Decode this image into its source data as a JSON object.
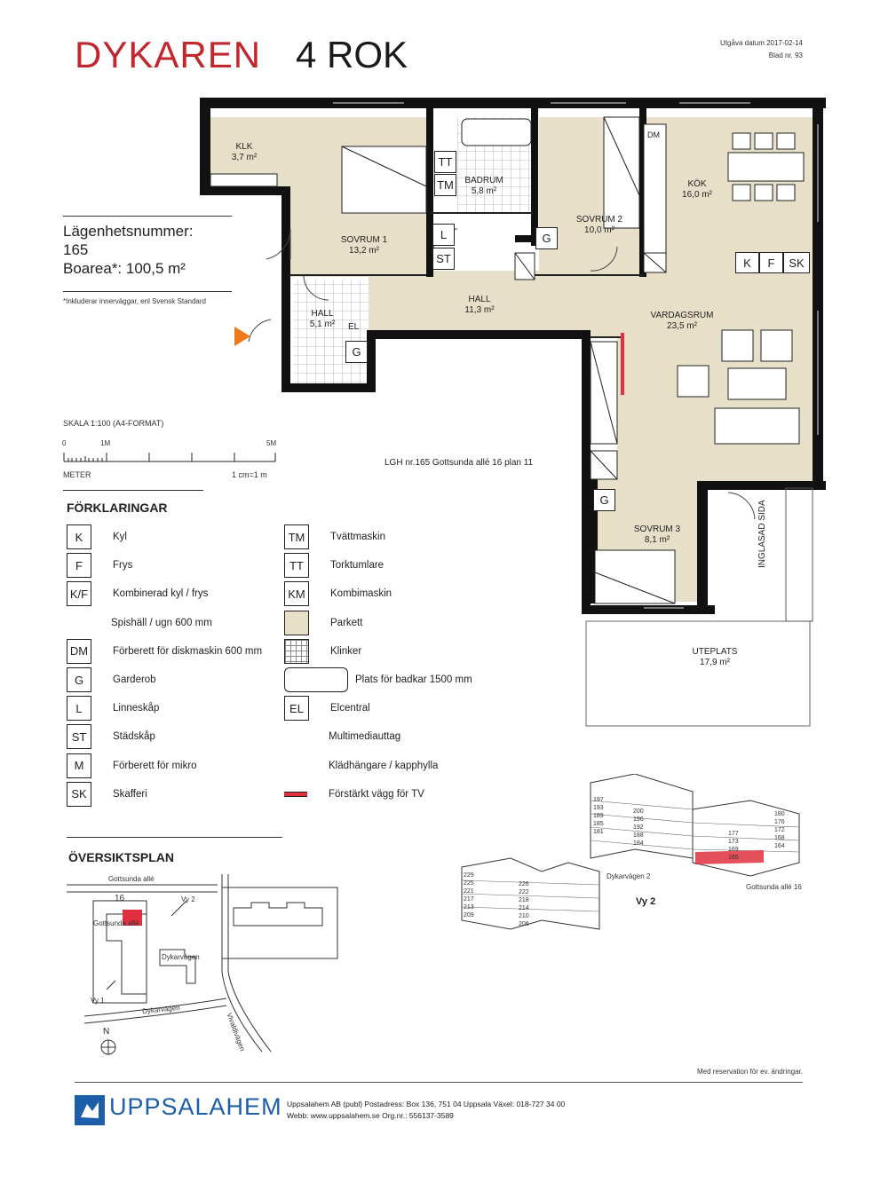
{
  "header": {
    "title": "DYKAREN",
    "subtitle": "4 ROK",
    "issue_date": "Utgåva datum 2017-02-14",
    "sheet": "Blad nr. 93"
  },
  "apartment": {
    "number_label": "Lägenhetsnummer:",
    "number": "165",
    "area": "Boarea*: 100,5 m²",
    "footnote": "*Inkluderar innerväggar, enl Svensk Standard"
  },
  "scale": {
    "title": "SKALA 1:100 (A4-FORMAT)",
    "t0": "0",
    "t1": "1M",
    "t5": "5M",
    "unit": "METER",
    "ratio": "1 cm=1 m"
  },
  "plan": {
    "rooms": {
      "klk_name": "KLK",
      "klk_area": "3,7 m²",
      "sov1_name": "SOVRUM 1",
      "sov1_area": "13,2 m²",
      "badrum_name": "BADRUM",
      "badrum_area": "5,8 m²",
      "sov2_name": "SOVRUM 2",
      "sov2_area": "10,0 m²",
      "kok_name": "KÖK",
      "kok_area": "16,0 m²",
      "hall1_name": "HALL",
      "hall1_area": "11,3 m²",
      "hall2_name": "HALL",
      "hall2_area": "5,1 m²",
      "vard_name": "VARDAGSRUM",
      "vard_area": "23,5 m²",
      "sov3_name": "SOVRUM 3",
      "sov3_area": "8,1 m²",
      "ute_name": "UTEPLATS",
      "ute_area": "17,9 m²"
    },
    "fixtures": {
      "tt": "TT",
      "tm": "TM",
      "l": "L",
      "st": "ST",
      "g": "G",
      "el": "EL",
      "dm": "DM",
      "k": "K",
      "f": "F",
      "sk": "SK"
    },
    "glazed_side": "INGLASAD SIDA",
    "caption": "LGH nr.165 Gottsunda allé 16   plan 11"
  },
  "legend": {
    "title": "FÖRKLARINGAR",
    "left": [
      {
        "code": "K",
        "label": "Kyl"
      },
      {
        "code": "F",
        "label": "Frys"
      },
      {
        "code": "K/F",
        "label": "Kombinerad kyl / frys"
      },
      {
        "code": "",
        "label": "Spishäll / ugn 600 mm"
      },
      {
        "code": "DM",
        "label": "Förberett för diskmaskin 600 mm"
      },
      {
        "code": "G",
        "label": "Garderob"
      },
      {
        "code": "L",
        "label": "Linneskåp"
      },
      {
        "code": "ST",
        "label": "Städskåp"
      },
      {
        "code": "M",
        "label": "Förberett för mikro"
      },
      {
        "code": "SK",
        "label": "Skafferi"
      }
    ],
    "right": [
      {
        "code": "TM",
        "label": "Tvättmaskin"
      },
      {
        "code": "TT",
        "label": "Torktumlare"
      },
      {
        "code": "KM",
        "label": "Kombimaskin"
      },
      {
        "code": "",
        "label": "Parkett"
      },
      {
        "code": "",
        "label": "Klinker"
      },
      {
        "code": "",
        "label": "Plats för badkar 1500 mm"
      },
      {
        "code": "EL",
        "label": "Elcentral"
      },
      {
        "code": "",
        "label": "Multimediauttag"
      },
      {
        "code": "",
        "label": "Klädhängare / kapphylla"
      },
      {
        "code": "",
        "label": "Förstärkt vägg för TV"
      }
    ]
  },
  "overview": {
    "title": "ÖVERSIKTSPLAN",
    "street1": "Gottsunda allé",
    "street2": "Dykarvägen",
    "street3": "Vivaldivägen",
    "building1": "Gottsunda allé",
    "building2": "Dykarvägen",
    "building_num": "16",
    "view1": "Vy 1",
    "view2": "Vy 2",
    "north": "N"
  },
  "view3d": {
    "label": "Vy 2",
    "street_a": "Dykarvägen 2",
    "street_b": "Gottsunda allé 16",
    "units_a": [
      "197",
      "193",
      "189",
      "185",
      "181"
    ],
    "units_b": [
      "200",
      "196",
      "192",
      "188",
      "184"
    ],
    "units_c": [
      "180",
      "176",
      "172",
      "168",
      "164"
    ],
    "units_d": [
      "177",
      "173",
      "169",
      "165"
    ],
    "units_e": [
      "229",
      "225",
      "221",
      "217",
      "213",
      "209"
    ],
    "units_f": [
      "226",
      "222",
      "218",
      "214",
      "210",
      "206"
    ]
  },
  "footer": {
    "reservation": "Med reservation för ev. ändringar.",
    "brand": "UPPSALAHEM",
    "line1": "Uppsalahem AB (publ)   Postadress: Box 136, 751 04 Uppsala   Växel: 018-727 34 00",
    "line2": "Webb: www.uppsalahem.se   Org.nr.: 556137-3589"
  },
  "colors": {
    "brand_red": "#c0282d",
    "floor": "#e8dfc9",
    "wall": "#111111",
    "brand_blue": "#1d5ea8",
    "highlight": "#e0303f",
    "entrance": "#f07a1a"
  }
}
